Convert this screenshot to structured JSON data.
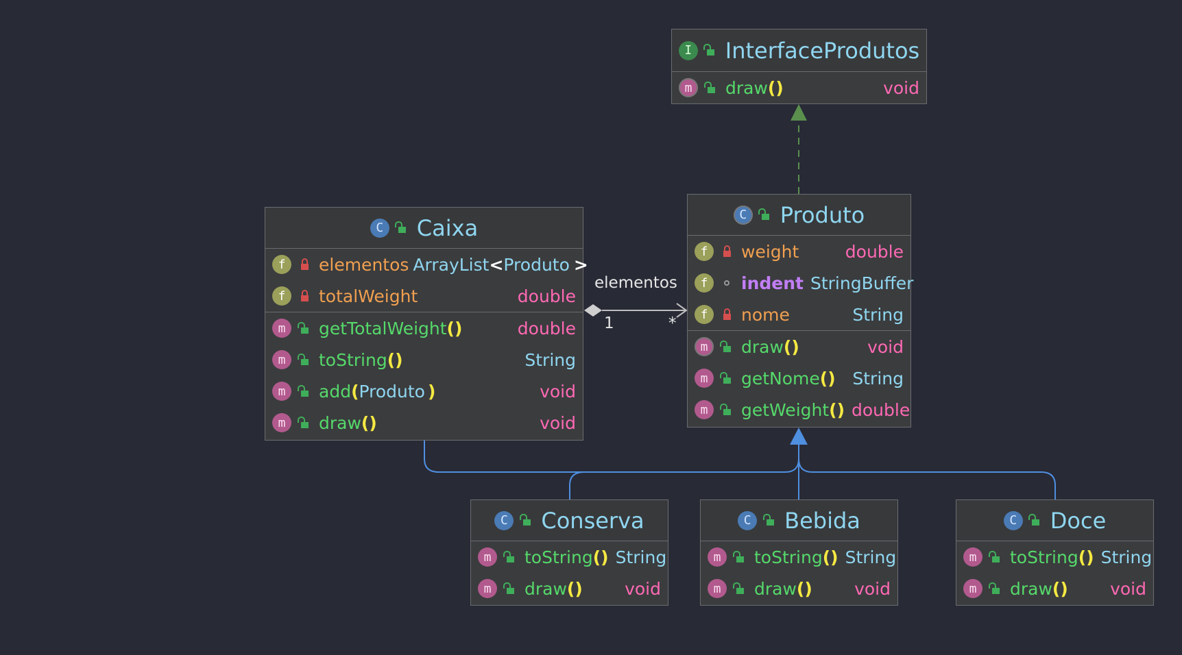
{
  "classes": {
    "interface": {
      "kind_icon": "I",
      "name": "InterfaceProdutos",
      "methods": [
        {
          "name": "draw",
          "type": "void"
        }
      ]
    },
    "caixa": {
      "kind_icon": "C",
      "name": "Caixa",
      "fields": [
        {
          "name": "elementos",
          "type": "ArrayList",
          "generic_open": "<",
          "generic_arg": "Produto",
          "generic_close": ">"
        },
        {
          "name": "totalWeight",
          "type": "double"
        }
      ],
      "methods": [
        {
          "name": "getTotalWeight",
          "type": "double"
        },
        {
          "name": "toString",
          "type": "String"
        },
        {
          "name": "add",
          "param": "Produto",
          "type": "void"
        },
        {
          "name": "draw",
          "type": "void"
        }
      ]
    },
    "produto": {
      "kind_icon": "C",
      "name": "Produto",
      "fields": [
        {
          "name": "weight",
          "type": "double"
        },
        {
          "name": "indent",
          "type": "StringBuffer"
        },
        {
          "name": "nome",
          "type": "String"
        }
      ],
      "methods": [
        {
          "name": "draw",
          "type": "void"
        },
        {
          "name": "getNome",
          "type": "String"
        },
        {
          "name": "getWeight",
          "type": "double"
        }
      ]
    },
    "conserva": {
      "kind_icon": "C",
      "name": "Conserva",
      "methods": [
        {
          "name": "toString",
          "type": "String"
        },
        {
          "name": "draw",
          "type": "void"
        }
      ]
    },
    "bebida": {
      "kind_icon": "C",
      "name": "Bebida",
      "methods": [
        {
          "name": "toString",
          "type": "String"
        },
        {
          "name": "draw",
          "type": "void"
        }
      ]
    },
    "doce": {
      "kind_icon": "C",
      "name": "Doce",
      "methods": [
        {
          "name": "toString",
          "type": "String"
        },
        {
          "name": "draw",
          "type": "void"
        }
      ]
    }
  },
  "badges": {
    "field": "f",
    "method": "m"
  },
  "parens": {
    "empty": "()",
    "open": "(",
    "close": ")"
  },
  "association": {
    "label": "elementos",
    "source_multiplicity": "1",
    "target_multiplicity": "*"
  },
  "colors": {
    "background": "#282a36",
    "class_name": "#8fd6f0",
    "method_name": "#55d96a",
    "field_name": "#f0a050",
    "primitive_type": "#ff69b4",
    "object_type": "#8fd6f0",
    "inheritance_line": "#4f8fe0",
    "realization_line": "#5a8f4e"
  },
  "icons": {
    "class": "class-c-icon",
    "interface": "interface-i-icon",
    "field": "field-f-icon",
    "method": "method-m-icon",
    "public": "public-lock-open-icon",
    "private": "private-lock-icon",
    "package": "package-dot-icon"
  }
}
